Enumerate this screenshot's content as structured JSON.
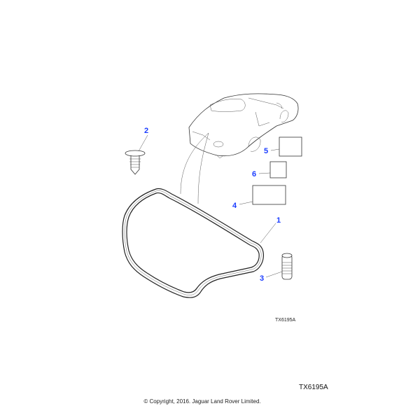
{
  "diagram": {
    "callouts": {
      "c1": "1",
      "c2": "2",
      "c3": "3",
      "c4": "4",
      "c5": "5",
      "c6": "6"
    },
    "reference_small": "TX6195A",
    "reference_large": "TX6195A",
    "copyright": "© Copyright, 2016. Jaguar Land Rover Limited.",
    "colors": {
      "callout": "#1a3cff",
      "line": "#333333"
    }
  }
}
